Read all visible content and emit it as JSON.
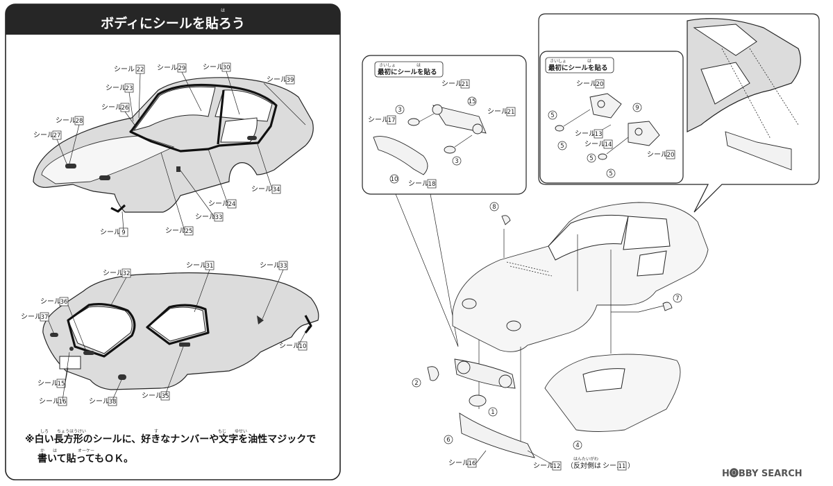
{
  "panel": {
    "title": "ボディにシールを貼ろう",
    "title_furigana": "は",
    "note_line1": "※白い長方形のシールに、好きなナンバーや文字を油性マジックで",
    "note_line2": "書いて貼ってもＯＫ。",
    "note_furigana": [
      "しろ",
      "ちょうほうけい",
      "す",
      "もじ",
      "ゆせい",
      "か",
      "は",
      "オーケー"
    ]
  },
  "seal_prefix": "シール",
  "top_car_labels": [
    "22",
    "29",
    "30",
    "23",
    "39",
    "26",
    "28",
    "27",
    "34",
    "24",
    "33",
    "9",
    "25"
  ],
  "bottom_car_labels": [
    "32",
    "31",
    "33",
    "36",
    "37",
    "10",
    "15",
    "16",
    "38",
    "35"
  ],
  "callout_left": {
    "heading": "最初にシールを貼る",
    "heading_furigana": "さいしょ　　　　　は",
    "seal_labels": [
      "21",
      "21",
      "17",
      "18"
    ],
    "part_numbers": [
      "3",
      "15",
      "3",
      "10"
    ]
  },
  "callout_right": {
    "heading": "最初にシールを貼る",
    "heading_furigana": "さいしょ　　　　　は",
    "seal_labels": [
      "20",
      "13",
      "14",
      "20"
    ],
    "part_numbers": [
      "9",
      "5",
      "5",
      "5",
      "5"
    ]
  },
  "assembly": {
    "part_numbers": [
      "8",
      "7",
      "2",
      "1",
      "6",
      "4"
    ],
    "seal_labels": [
      "16",
      "12"
    ],
    "opposite_note_prefix": "（反対側は",
    "opposite_note_suffix": "）",
    "opposite_seal": "11",
    "opposite_furigana": "はんたいがわ"
  },
  "watermark": "H🅞BBY SEARCH"
}
